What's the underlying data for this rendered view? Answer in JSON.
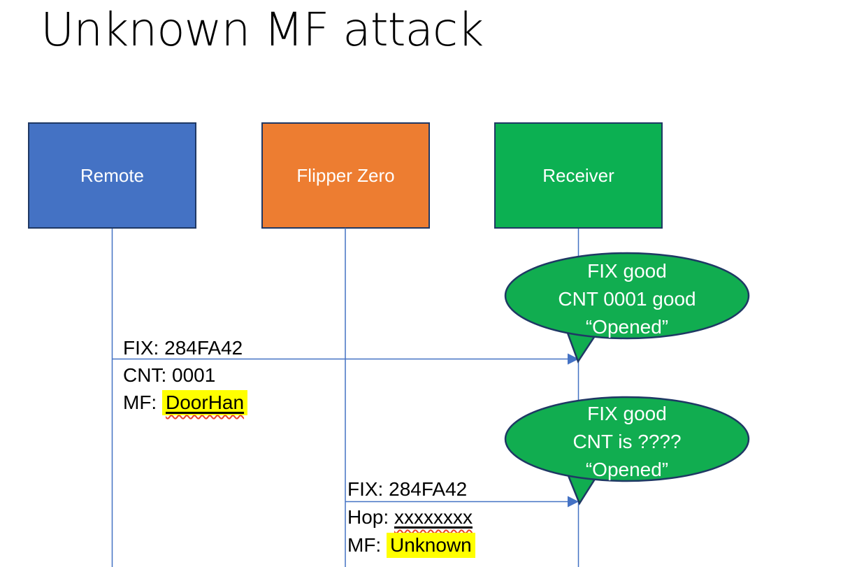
{
  "title": "Unknown MF attack",
  "actors": {
    "remote": {
      "label": "Remote",
      "fill": "#4472C4"
    },
    "flipper": {
      "label": "Flipper Zero",
      "fill": "#ED7D31"
    },
    "receiver": {
      "label": "Receiver",
      "fill": "#0CB052"
    }
  },
  "messages": {
    "m1": {
      "line1": "FIX: 284FA42",
      "line2": "CNT: 0001",
      "line3_label": "MF:",
      "line3_value": "DoorHan"
    },
    "m2": {
      "line1": "FIX: 284FA42",
      "line2_label": "Hop:",
      "line2_value": "xxxxxxxx",
      "line3_label": "MF:",
      "line3_value": "Unknown"
    }
  },
  "bubbles": {
    "b1": {
      "line1": "FIX good",
      "line2": "CNT 0001 good",
      "line3": "“Opened”"
    },
    "b2": {
      "line1": "FIX good",
      "line2": "CNT is ????",
      "line3": "“Opened”"
    }
  },
  "colors": {
    "box_border": "#1F3864",
    "lifeline_arrow": "#4472C4",
    "bubble_fill": "#11AD50",
    "bubble_border": "#1F3864",
    "highlight": "#FFFF00",
    "squiggle": "#E8442C"
  }
}
